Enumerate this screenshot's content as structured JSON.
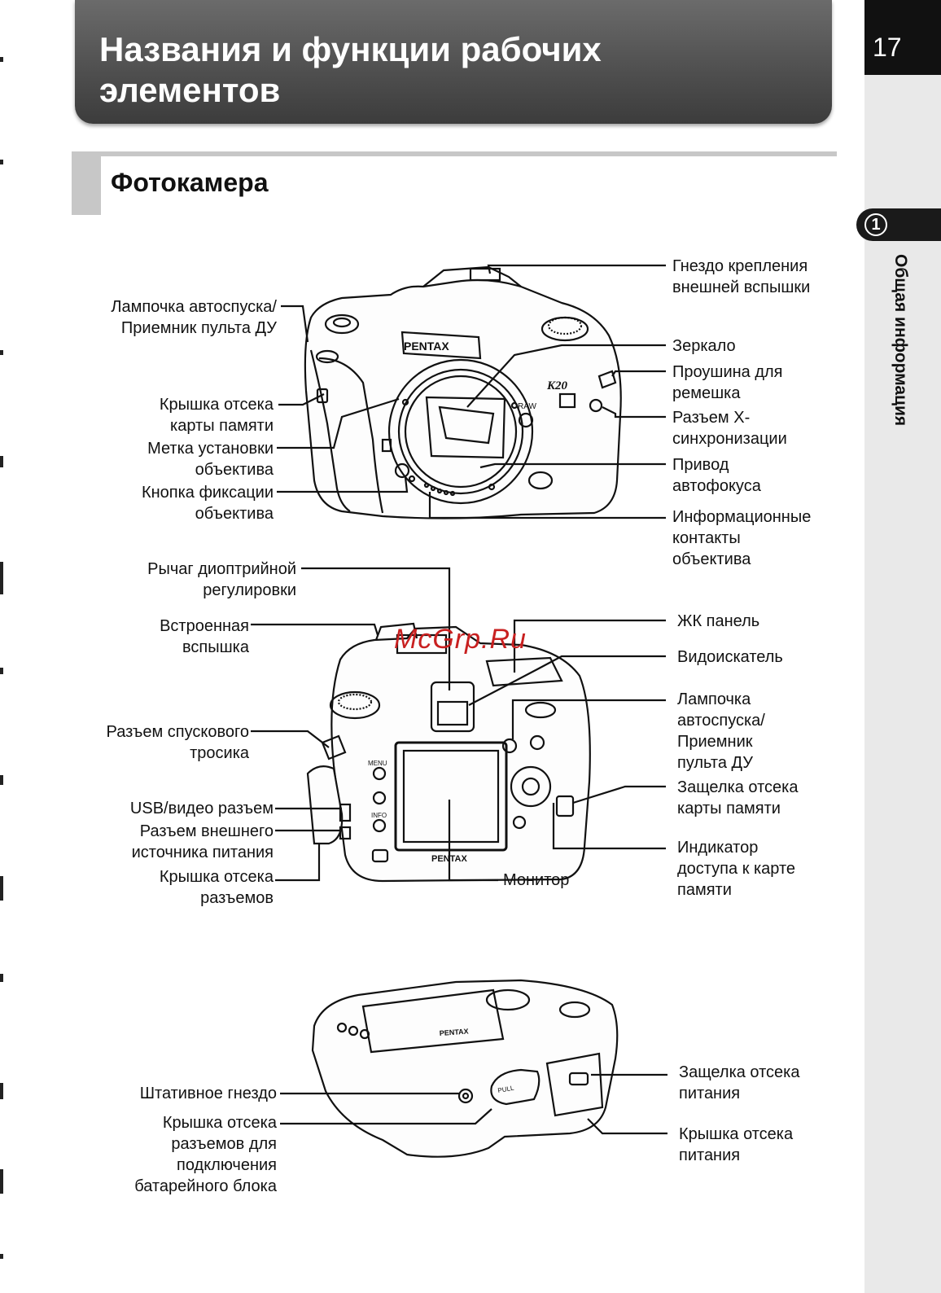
{
  "header": {
    "title_line1": "Названия и функции рабочих",
    "title_line2": "элементов",
    "page_number": "17"
  },
  "chapter": {
    "number": "1",
    "label": "Общая информация"
  },
  "section": {
    "title": "Фотокамера"
  },
  "front_view": {
    "brand": "PENTAX",
    "model": "K20",
    "labels_left": [
      [
        "Лампочка автоспуска/",
        "Приемник пульта ДУ"
      ],
      [
        "Крышка отсека",
        "карты памяти"
      ],
      [
        "Метка установки",
        "объектива"
      ],
      [
        "Кнопка фиксации",
        "объектива"
      ]
    ],
    "labels_right": [
      [
        "Гнездо крепления",
        "внешней вспышки"
      ],
      [
        "Зеркало"
      ],
      [
        "Проушина для",
        "ремешка"
      ],
      [
        "Разъем X-",
        "синхронизации"
      ],
      [
        "Привод",
        "автофокуса"
      ],
      [
        "Информационные",
        "контакты",
        "объектива"
      ]
    ]
  },
  "back_view": {
    "brand": "PENTAX",
    "buttons": [
      "MENU",
      "INFO"
    ],
    "labels_left": [
      [
        "Рычаг диоптрийной",
        "регулировки"
      ],
      [
        "Встроенная",
        "вспышка"
      ],
      [
        "Разъем спускового",
        "тросика"
      ],
      [
        "USB/видео разъем"
      ],
      [
        "Разъем внешнего",
        "источника питания"
      ],
      [
        "Крышка отсека",
        "разъемов"
      ]
    ],
    "labels_right": [
      [
        "ЖК панель"
      ],
      [
        "Видоискатель"
      ],
      [
        "Лампочка",
        "автоспуска/",
        "Приемник",
        "пульта ДУ"
      ],
      [
        "Защелка отсека",
        "карты памяти"
      ],
      [
        "Индикатор",
        "доступа к карте",
        "памяти"
      ]
    ],
    "label_bottom": "Монитор"
  },
  "bottom_view": {
    "brand": "PENTAX",
    "labels_left": [
      [
        "Штативное гнездо"
      ],
      [
        "Крышка отсека",
        "разъемов для",
        "подключения",
        "батарейного блока"
      ]
    ],
    "labels_right": [
      [
        "Защелка отсека",
        "питания"
      ],
      [
        "Крышка отсека",
        "питания"
      ]
    ]
  },
  "watermark": "McGrp.Ru"
}
